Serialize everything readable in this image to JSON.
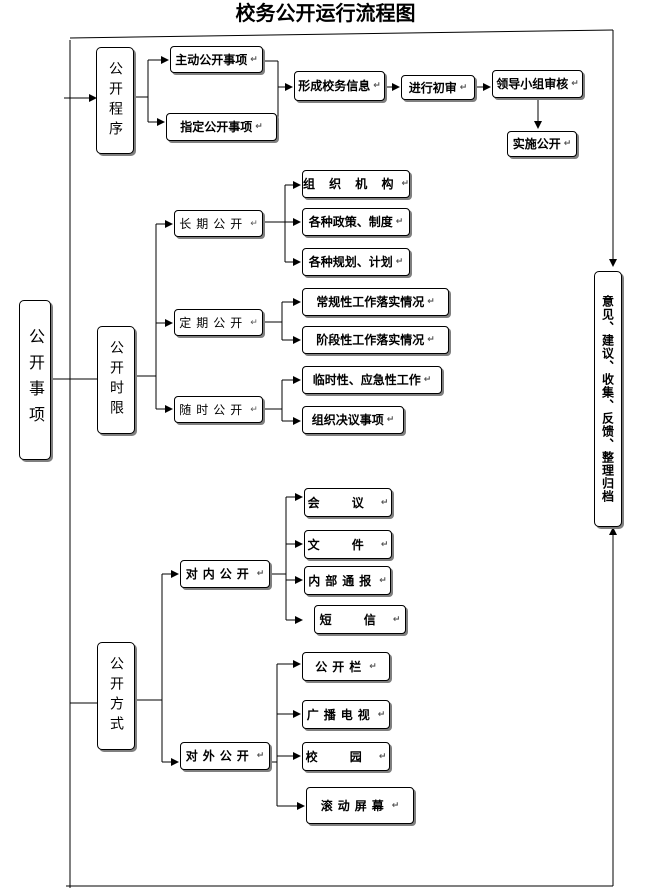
{
  "title": "校务公开运行流程图",
  "root": "公开事项",
  "sink": "意见、建议、收集、反馈、整理归档",
  "sections": {
    "procedure": {
      "label": "公开程序",
      "items": [
        "主动公开事项",
        "指定公开事项"
      ],
      "flow": [
        "形成校务信息",
        "进行初审",
        "领导小组审核",
        "实施公开"
      ]
    },
    "time_limit": {
      "label": "公开时限",
      "groups": [
        {
          "label": "长期公开",
          "items": [
            "组 织 机 构",
            "各种政策、制度",
            "各种规划、计划"
          ]
        },
        {
          "label": "定期公开",
          "items": [
            "常规性工作落实情况",
            "阶段性工作落实情况"
          ]
        },
        {
          "label": "随时公开",
          "items": [
            "临时性、应急性工作",
            "组织决议事项"
          ]
        }
      ]
    },
    "method": {
      "label": "公开方式",
      "groups": [
        {
          "label": "对内公开",
          "items": [
            "会 议",
            "文 件",
            "内部通报",
            "短 信"
          ]
        },
        {
          "label": "对外公开",
          "items": [
            "公开栏",
            "广播电视",
            "校 园",
            "滚动屏幕"
          ]
        }
      ]
    }
  },
  "para_mark": "↵"
}
